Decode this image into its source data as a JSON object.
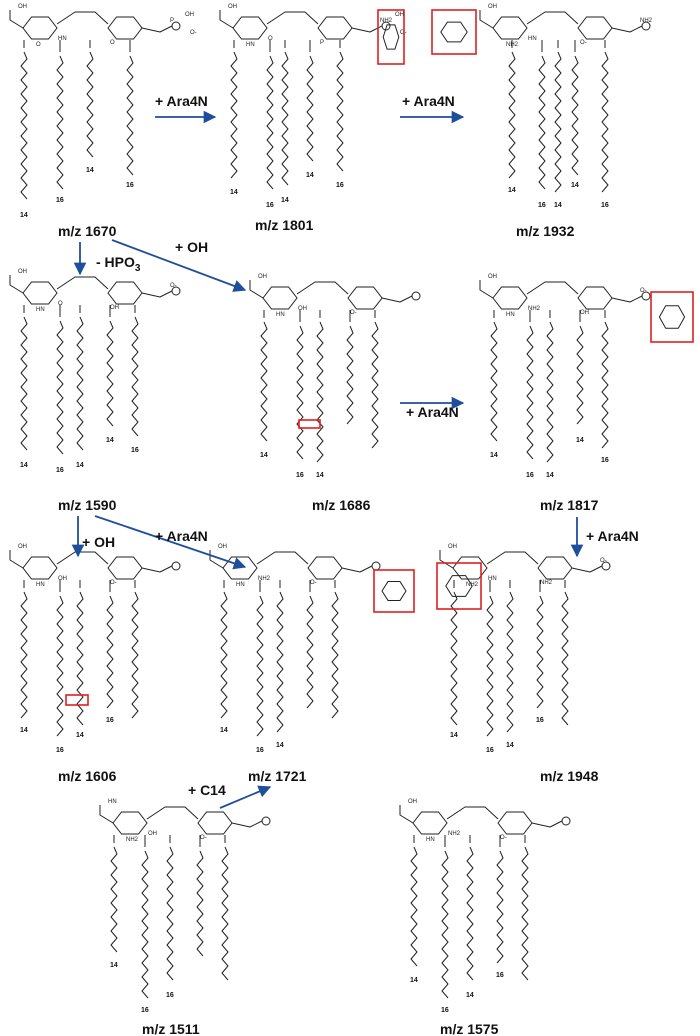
{
  "colors": {
    "arrow": "#1f4e9c",
    "highlight": "#e02020",
    "ink": "#222222"
  },
  "molecules": [
    {
      "id": "m1670",
      "label": "m/z 1670",
      "tails": [
        "14",
        "16",
        "14",
        "16"
      ],
      "atoms": [
        "OH",
        "O",
        "HN",
        "O",
        "P",
        "OH",
        "O-"
      ]
    },
    {
      "id": "m1801",
      "label": "m/z 1801",
      "tails": [
        "14",
        "16",
        "14",
        "14",
        "16"
      ],
      "atoms": [
        "OH",
        "HN",
        "O",
        "P",
        "NH2",
        "OH",
        "O-"
      ]
    },
    {
      "id": "m1932",
      "label": "m/z 1932",
      "tails": [
        "14",
        "16",
        "14",
        "14",
        "16"
      ],
      "atoms": [
        "OH",
        "NH2",
        "HN",
        "O-",
        "NH2"
      ]
    },
    {
      "id": "m1590",
      "label": "m/z 1590",
      "tails": [
        "14",
        "16",
        "14",
        "14",
        "16"
      ],
      "atoms": [
        "OH",
        "HN",
        "O",
        "OH",
        "O-"
      ]
    },
    {
      "id": "m1686",
      "label": "m/z 1686",
      "tails": [
        "14",
        "16",
        "14"
      ],
      "atoms": [
        "OH",
        "HN",
        "OH",
        "O-"
      ]
    },
    {
      "id": "m1817",
      "label": "m/z 1817",
      "tails": [
        "14",
        "16",
        "14",
        "14",
        "16"
      ],
      "atoms": [
        "OH",
        "HN",
        "NH2",
        "OH",
        "O-"
      ]
    },
    {
      "id": "m1606",
      "label": "m/z 1606",
      "tails": [
        "14",
        "16",
        "14",
        "16"
      ],
      "atoms": [
        "OH",
        "HN",
        "OH",
        "O-"
      ]
    },
    {
      "id": "m1721",
      "label": "m/z 1721",
      "tails": [
        "14",
        "16",
        "14"
      ],
      "atoms": [
        "OH",
        "HN",
        "NH2",
        "O-"
      ]
    },
    {
      "id": "m1948",
      "label": "m/z 1948",
      "tails": [
        "14",
        "16",
        "14",
        "16"
      ],
      "atoms": [
        "OH",
        "NH2",
        "HN",
        "NH2",
        "O-"
      ]
    },
    {
      "id": "m1511",
      "label": "m/z 1511",
      "tails": [
        "14",
        "16",
        "16"
      ],
      "atoms": [
        "HN",
        "NH2",
        "OH",
        "O-"
      ]
    },
    {
      "id": "m1575",
      "label": "m/z 1575",
      "tails": [
        "14",
        "16",
        "14",
        "16"
      ],
      "atoms": [
        "OH",
        "HN",
        "NH2",
        "O-"
      ]
    }
  ],
  "steps": [
    {
      "id": "s1",
      "label": "+ Ara4N"
    },
    {
      "id": "s2",
      "label": "+ Ara4N"
    },
    {
      "id": "s3",
      "label": "+ OH"
    },
    {
      "id": "s4",
      "label": "- HPO",
      "sub": "3"
    },
    {
      "id": "s5",
      "label": "+ Ara4N"
    },
    {
      "id": "s6",
      "label": "+ OH"
    },
    {
      "id": "s7",
      "label": "+ Ara4N"
    },
    {
      "id": "s8",
      "label": "+ Ara4N"
    },
    {
      "id": "s9",
      "label": "+ C14"
    }
  ]
}
